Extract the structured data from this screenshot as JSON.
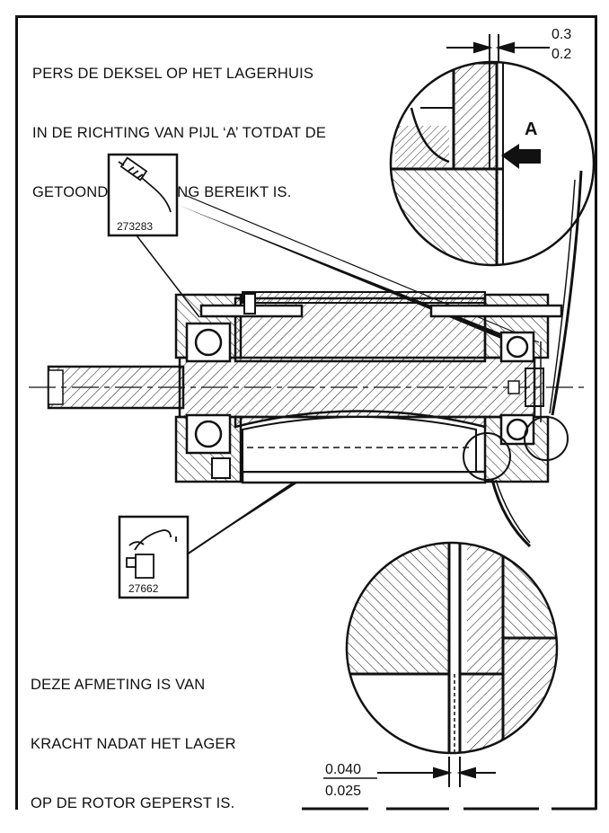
{
  "notes": {
    "press_instruction": [
      "PERS DE DEKSEL OP HET LAGERHUIS",
      "IN DE RICHTING VAN PIJL ‘A’ TOTDAT DE",
      "GETOONDE AFMETING BEREIKT IS."
    ],
    "dimension_note": [
      "DEZE AFMETING IS VAN",
      "KRACHT NADAT HET LAGER",
      "OP DE ROTOR GEPERST IS."
    ]
  },
  "dimensions": {
    "top": {
      "max": "0.3",
      "min": "0.2"
    },
    "bottom": {
      "max": "0.040",
      "min": "0.025"
    }
  },
  "arrow_label": "A",
  "tools": {
    "grease_gun": {
      "part_number": "273283",
      "icon": "grease-gun-icon"
    },
    "lubricator": {
      "part_number": "27662",
      "icon": "oil-can-icon"
    }
  }
}
